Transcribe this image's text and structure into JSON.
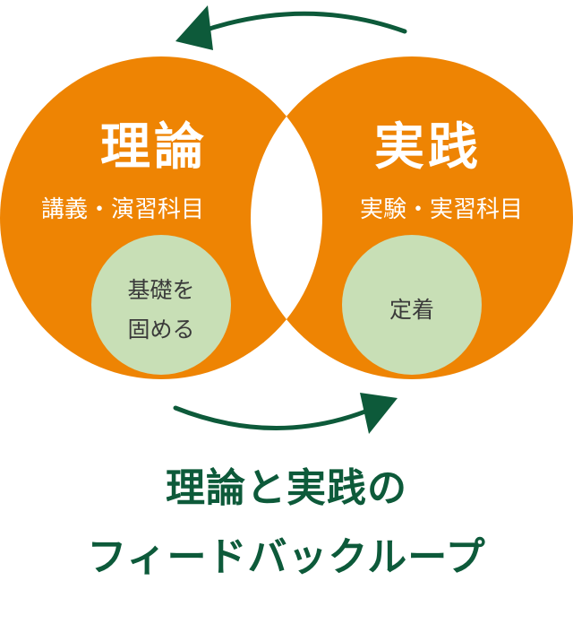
{
  "left_circle": {
    "title": "理論",
    "subtitle": "講義・演習科目",
    "inner_line1": "基礎を",
    "inner_line2": "固める"
  },
  "right_circle": {
    "title": "実践",
    "subtitle": "実験・実習科目",
    "inner_line1": "定着"
  },
  "caption": {
    "line1": "理論と実践の",
    "line2": "フィードバックループ"
  },
  "colors": {
    "circle": "#ee8403",
    "inner_circle": "#c8dfb6",
    "arrow": "#0d5a3a",
    "caption": "#0d5a3a"
  }
}
